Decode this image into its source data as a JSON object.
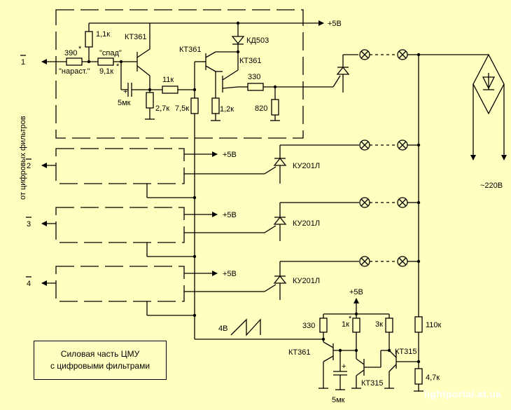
{
  "title": {
    "line1": "Силовая часть ЦМУ",
    "line2": "с цифровыми фильтрами"
  },
  "side_label": "от цифровых фильтров",
  "watermark": "lightportal.at.ua",
  "channel_1": {
    "input": "1",
    "r_rise_value": "390",
    "r_rise_mark": "*",
    "r_rise_label": "\"нараст.\"",
    "r_fall_value": "9,1к",
    "r_fall_mark": "*",
    "r_fall_label": "\"спад\"",
    "r_top": "1,1к",
    "q1": "КТ361",
    "cap": "5мк",
    "cap_pol": "+",
    "r_emitter": "2,7к",
    "r_series": "11к",
    "r_base": "7,5к",
    "q2": "КТ361",
    "q3": "КТ361",
    "diode": "КД503",
    "r_out": "330",
    "r_q3e": "1,2к",
    "r_gate": "820",
    "supply": "+5В"
  },
  "channels": [
    {
      "input": "2",
      "supply": "+5В",
      "thyristor": "КУ201Л"
    },
    {
      "input": "3",
      "supply": "+5В",
      "thyristor": "КУ201Л"
    },
    {
      "input": "4",
      "supply": "+5В",
      "thyristor": "КУ201Л"
    }
  ],
  "mains": "~220В",
  "generator": {
    "supply": "+5В",
    "ramp_label": "4В",
    "r_330": "330",
    "r_1k": "1к",
    "r_1k_mark": "*",
    "r_3k": "3к",
    "q_kt361": "КТ361",
    "q_kt315_a": "КТ315",
    "q_kt315_b": "КТ315",
    "cap": "5мк",
    "cap_pol": "+",
    "r_110k": "110к",
    "r_47k": "4,7к"
  }
}
